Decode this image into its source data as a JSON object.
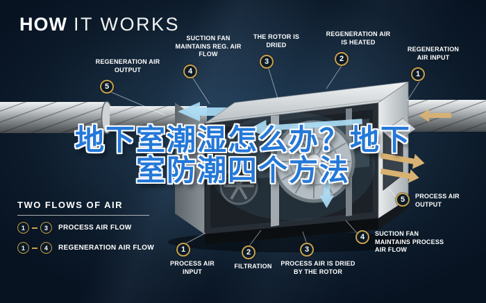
{
  "title": {
    "word_bold": "HOW",
    "word_light": "IT WORKS"
  },
  "overlay_text": {
    "line1": "地下室潮湿怎么办？地下",
    "line2": "室防潮四个方法"
  },
  "legend": {
    "heading": "TWO FLOWS OF AIR",
    "rows": [
      {
        "start": "1",
        "end": "3",
        "label": "PROCESS AIR FLOW"
      },
      {
        "start": "1",
        "end": "4",
        "label": "REGENERATION AIR FLOW"
      }
    ]
  },
  "callouts_top": [
    {
      "num": "5",
      "label": "REGENERATION AIR OUTPUT"
    },
    {
      "num": "4",
      "label": "SUCTION FAN MAINTAINS REG. AIR FLOW"
    },
    {
      "num": "3",
      "label": "THE ROTOR IS DRIED"
    },
    {
      "num": "2",
      "label": "REGENERATION AIR IS HEATED"
    },
    {
      "num": "1",
      "label": "REGENERATION AIR INPUT"
    }
  ],
  "callouts_bottom": [
    {
      "num": "1",
      "label": "PROCESS AIR INPUT"
    },
    {
      "num": "2",
      "label": "FILTRATION"
    },
    {
      "num": "3",
      "label": "PROCESS AIR IS DRIED BY THE ROTOR"
    },
    {
      "num": "4",
      "label": "SUCTION FAN MAINTAINS PROCESS AIR FLOW"
    },
    {
      "num": "5",
      "label": "PROCESS AIR OUTPUT"
    }
  ],
  "colors": {
    "background": "#0d1c2b",
    "badge_ring": "#c9a14d",
    "overlay_blue": "#2478d8",
    "arrow_gold": "#d9b272",
    "arrow_blue": "#aadcf5"
  }
}
